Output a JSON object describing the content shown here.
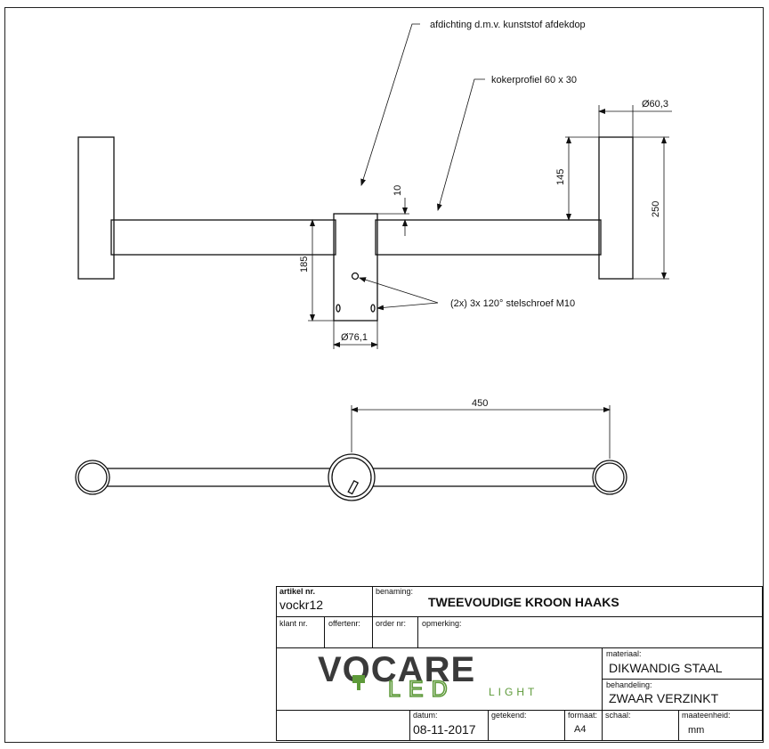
{
  "annotations": {
    "cap": "afdichting d.m.v. kunststof afdekdop",
    "profile": "kokerprofiel 60 x 30",
    "screws": "(2x) 3x 120° stelschroef M10"
  },
  "dimensions": {
    "end_diameter": "Ø60,3",
    "height_145": "145",
    "height_250": "250",
    "gap_10": "10",
    "height_185": "185",
    "sleeve_diameter": "Ø76,1",
    "span_450": "450"
  },
  "title_block": {
    "artikel_label": "artikel nr.",
    "artikel_value": "vockr12",
    "benaming_label": "benaming:",
    "benaming_value": "TWEEVOUDIGE KROON HAAKS",
    "klant_label": "klant nr.",
    "offerte_label": "offertenr:",
    "order_label": "order nr:",
    "opmerking_label": "opmerking:",
    "materiaal_label": "materiaal:",
    "materiaal_value": "DIKWANDIG STAAL",
    "behandeling_label": "behandeling:",
    "behandeling_value": "ZWAAR VERZINKT",
    "datum_label": "datum:",
    "datum_value": "08-11-2017",
    "getekend_label": "getekend:",
    "formaat_label": "formaat:",
    "formaat_value": "A4",
    "schaal_label": "schaal:",
    "maateenheid_label": "maateenheid:",
    "maateenheid_value": "mm"
  },
  "logo": {
    "word": "VOCARE",
    "sub": "LED",
    "tag": "LIGHT",
    "green": "#5e9a3a",
    "dark": "#3a3a3a"
  }
}
